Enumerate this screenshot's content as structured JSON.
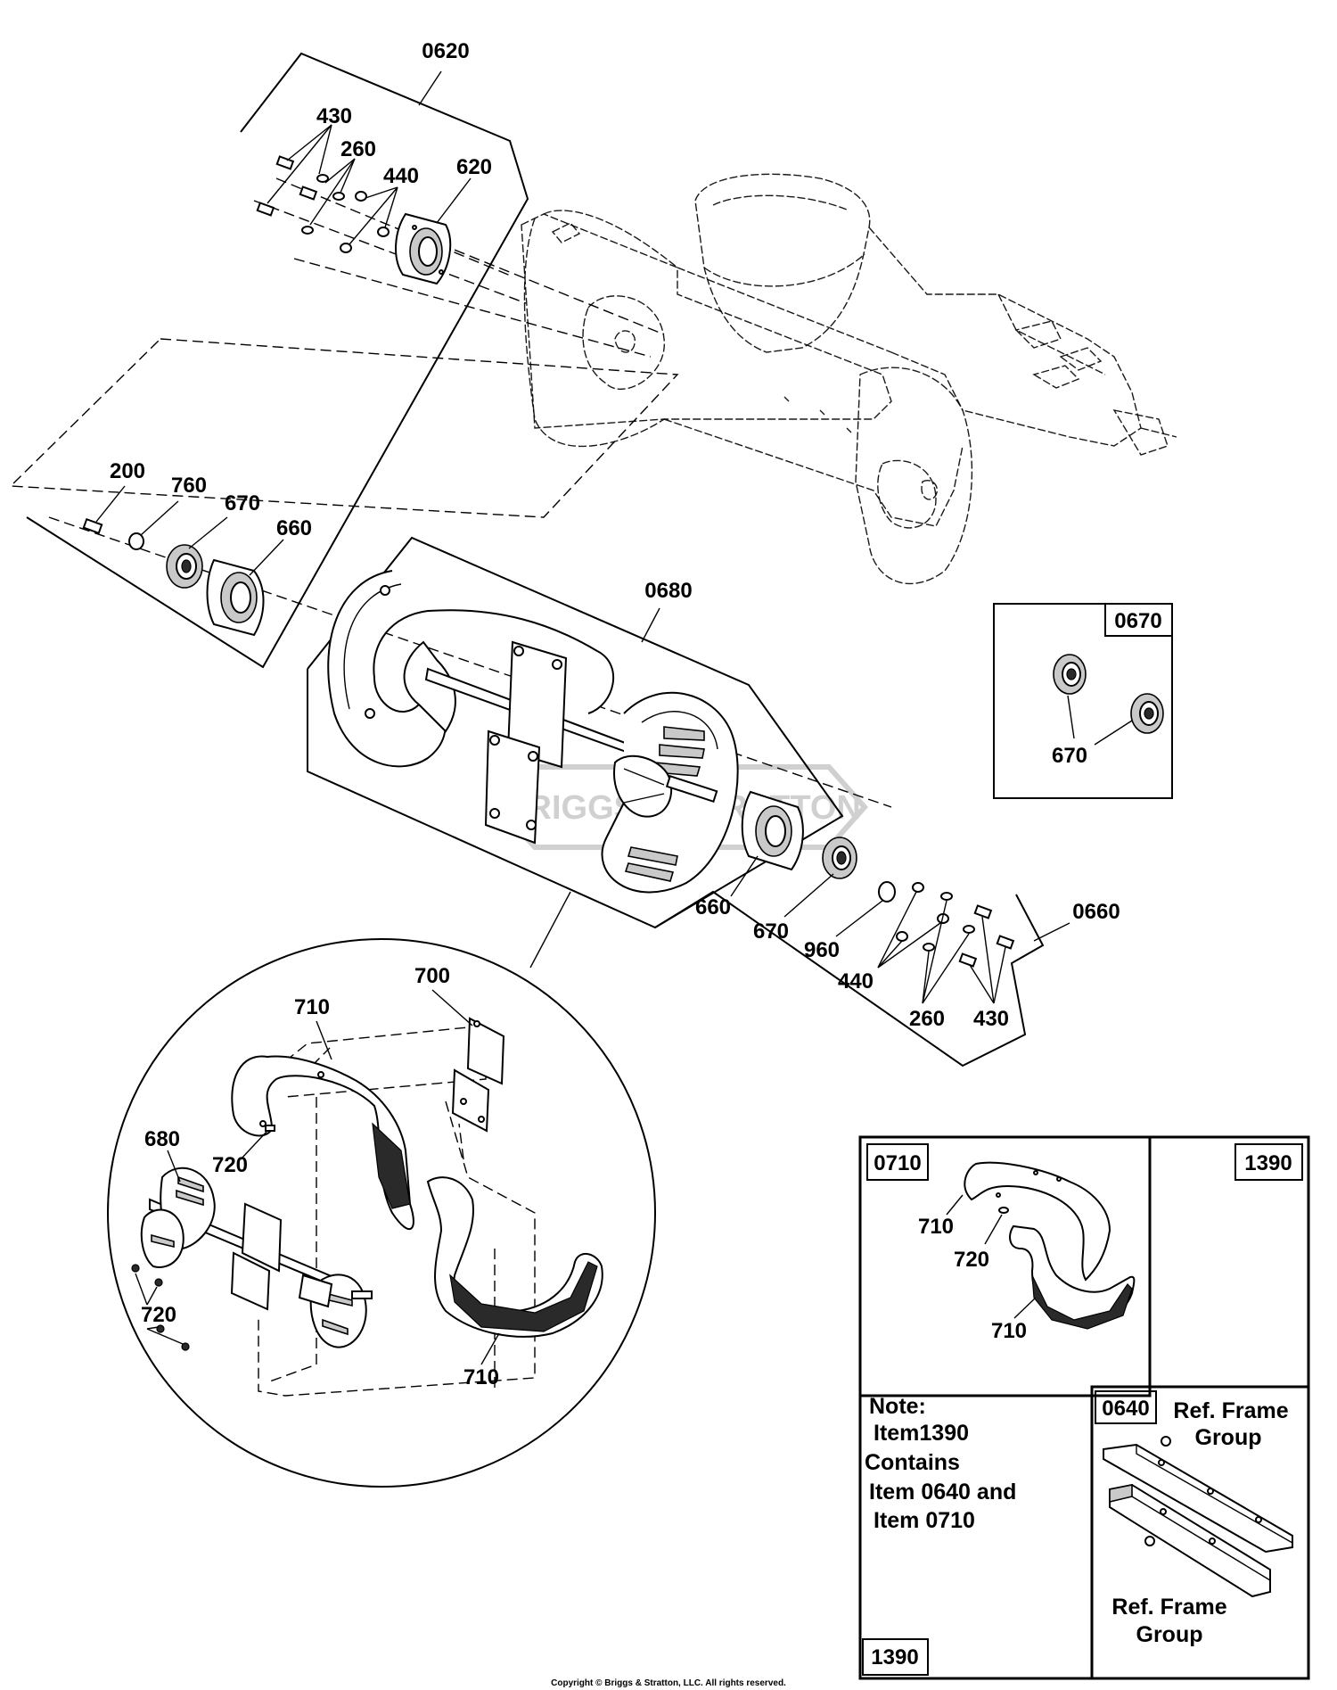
{
  "group_labels": {
    "g0620": "0620",
    "g0680": "0680",
    "g0660": "0660",
    "g0670": "0670",
    "g0710": "0710",
    "g1390_top": "1390",
    "g1390_bottom": "1390",
    "g0640": "0640"
  },
  "part_labels": {
    "p430_top": "430",
    "p260_top": "260",
    "p440_top": "440",
    "p620": "620",
    "p200": "200",
    "p760": "760",
    "p670_left": "670",
    "p660_left": "660",
    "p660_right": "660",
    "p670_right": "670",
    "p960": "960",
    "p440_bottom": "440",
    "p260_bottom": "260",
    "p430_bottom": "430",
    "p670_box": "670",
    "p700": "700",
    "p710_top": "710",
    "p720_top": "720",
    "p680": "680",
    "p720_left": "720",
    "p710_bottom": "710",
    "p710_box_a": "710",
    "p720_box": "720",
    "p710_box_b": "710"
  },
  "note": {
    "line1": "Note:",
    "line2": "Item1390",
    "line3": "Contains",
    "line4": "Item 0640 and",
    "line5": "Item 0710"
  },
  "ref_frame": {
    "top_line1": "Ref. Frame",
    "top_line2": "Group",
    "bottom_line1": "Ref. Frame",
    "bottom_line2": "Group"
  },
  "watermark": "BRIGGS & STRATTON",
  "copyright": "Copyright © Briggs & Stratton, LLC. All rights reserved."
}
